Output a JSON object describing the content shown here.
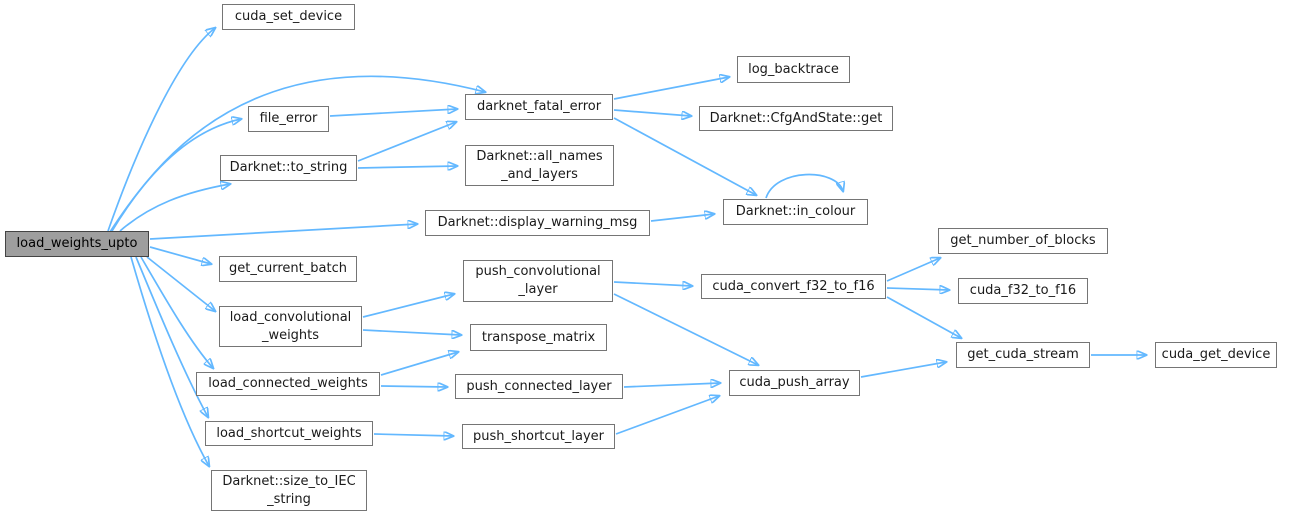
{
  "colors": {
    "edge_blue": "#63b8ff",
    "node_fill": "#ffffff",
    "node_border": "#757575",
    "root_node_fill": "#9e9e9e",
    "text": "#1a1a1a",
    "background": "#ffffff"
  },
  "graph": {
    "type": "call-graph",
    "root": "load_weights_upto",
    "nodes": {
      "load_weights_upto": {
        "label": "load_weights_upto"
      },
      "cuda_set_device": {
        "label": "cuda_set_device"
      },
      "file_error": {
        "label": "file_error"
      },
      "to_string": {
        "label": "Darknet::to_string"
      },
      "fatal_error": {
        "label": "darknet_fatal_error"
      },
      "log_backtrace": {
        "label": "log_backtrace"
      },
      "cfg_and_state_get": {
        "label": "Darknet::CfgAndState::get"
      },
      "all_names": {
        "label": "Darknet::all_names\n_and_layers"
      },
      "display_warning": {
        "label": "Darknet::display_warning_msg"
      },
      "in_colour": {
        "label": "Darknet::in_colour"
      },
      "get_current_batch": {
        "label": "get_current_batch"
      },
      "push_conv": {
        "label": "push_convolutional\n_layer"
      },
      "cuda_convert": {
        "label": "cuda_convert_f32_to_f16"
      },
      "get_blocks": {
        "label": "get_number_of_blocks"
      },
      "f32_to_f16": {
        "label": "cuda_f32_to_f16"
      },
      "load_conv": {
        "label": "load_convolutional\n_weights"
      },
      "transpose": {
        "label": "transpose_matrix"
      },
      "get_stream": {
        "label": "get_cuda_stream"
      },
      "get_device": {
        "label": "cuda_get_device"
      },
      "load_connected": {
        "label": "load_connected_weights"
      },
      "push_connected": {
        "label": "push_connected_layer"
      },
      "cuda_push": {
        "label": "cuda_push_array"
      },
      "load_shortcut": {
        "label": "load_shortcut_weights"
      },
      "push_shortcut": {
        "label": "push_shortcut_layer"
      },
      "size_to_iec": {
        "label": "Darknet::size_to_IEC\n_string"
      }
    },
    "edges": [
      {
        "from": "load_weights_upto",
        "to": "cuda_set_device"
      },
      {
        "from": "load_weights_upto",
        "to": "fatal_error"
      },
      {
        "from": "load_weights_upto",
        "to": "file_error"
      },
      {
        "from": "load_weights_upto",
        "to": "to_string"
      },
      {
        "from": "load_weights_upto",
        "to": "display_warning"
      },
      {
        "from": "load_weights_upto",
        "to": "get_current_batch"
      },
      {
        "from": "load_weights_upto",
        "to": "load_conv"
      },
      {
        "from": "load_weights_upto",
        "to": "load_connected"
      },
      {
        "from": "load_weights_upto",
        "to": "load_shortcut"
      },
      {
        "from": "load_weights_upto",
        "to": "size_to_iec"
      },
      {
        "from": "file_error",
        "to": "fatal_error"
      },
      {
        "from": "to_string",
        "to": "fatal_error"
      },
      {
        "from": "to_string",
        "to": "all_names"
      },
      {
        "from": "fatal_error",
        "to": "log_backtrace"
      },
      {
        "from": "fatal_error",
        "to": "cfg_and_state_get"
      },
      {
        "from": "fatal_error",
        "to": "in_colour"
      },
      {
        "from": "display_warning",
        "to": "in_colour"
      },
      {
        "from": "in_colour",
        "to": "in_colour"
      },
      {
        "from": "load_conv",
        "to": "push_conv"
      },
      {
        "from": "load_conv",
        "to": "transpose"
      },
      {
        "from": "load_connected",
        "to": "transpose"
      },
      {
        "from": "load_connected",
        "to": "push_connected"
      },
      {
        "from": "load_shortcut",
        "to": "push_shortcut"
      },
      {
        "from": "push_conv",
        "to": "cuda_convert"
      },
      {
        "from": "push_conv",
        "to": "cuda_push"
      },
      {
        "from": "push_connected",
        "to": "cuda_push"
      },
      {
        "from": "push_shortcut",
        "to": "cuda_push"
      },
      {
        "from": "cuda_convert",
        "to": "get_blocks"
      },
      {
        "from": "cuda_convert",
        "to": "f32_to_f16"
      },
      {
        "from": "cuda_convert",
        "to": "get_stream"
      },
      {
        "from": "cuda_push",
        "to": "get_stream"
      },
      {
        "from": "get_stream",
        "to": "get_device"
      }
    ]
  }
}
